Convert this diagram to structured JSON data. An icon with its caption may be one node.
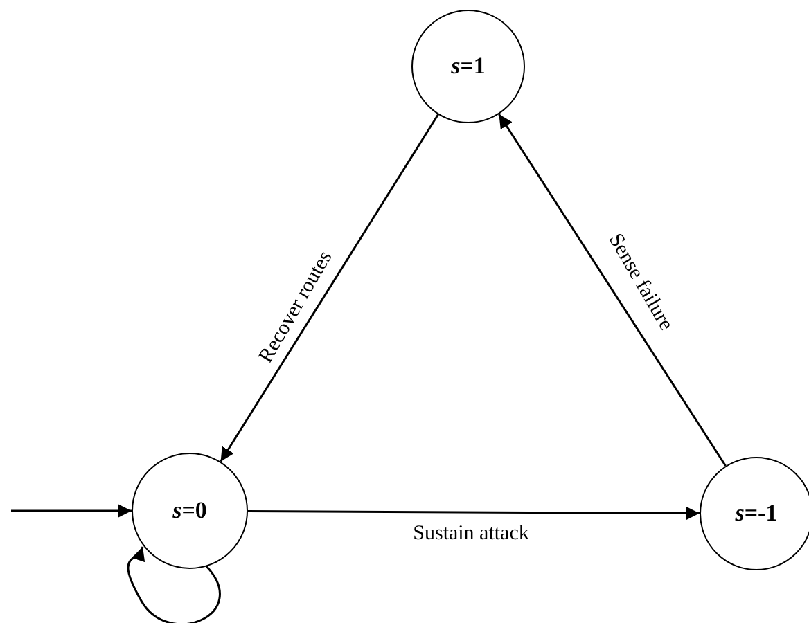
{
  "diagram": {
    "nodes": [
      {
        "text": [
          "*s*=1"
        ]
      },
      {
        "text": [
          "*s*=0"
        ]
      },
      {
        "text": [
          "*s*=-1"
        ]
      }
    ],
    "edges": [
      {
        "from": 0,
        "to": 1,
        "arrow": "to",
        "label": "Recover routes"
      },
      {
        "from": 2,
        "to": 0,
        "arrow": "to",
        "label": "Sense failure"
      },
      {
        "from": 1,
        "to": 2,
        "arrow": "to",
        "label": "Sustain attack"
      },
      {
        "from": null,
        "to": 1,
        "arrow": "to"
      },
      {
        "from": 1,
        "to": 1,
        "arrow": "to"
      }
    ]
  }
}
